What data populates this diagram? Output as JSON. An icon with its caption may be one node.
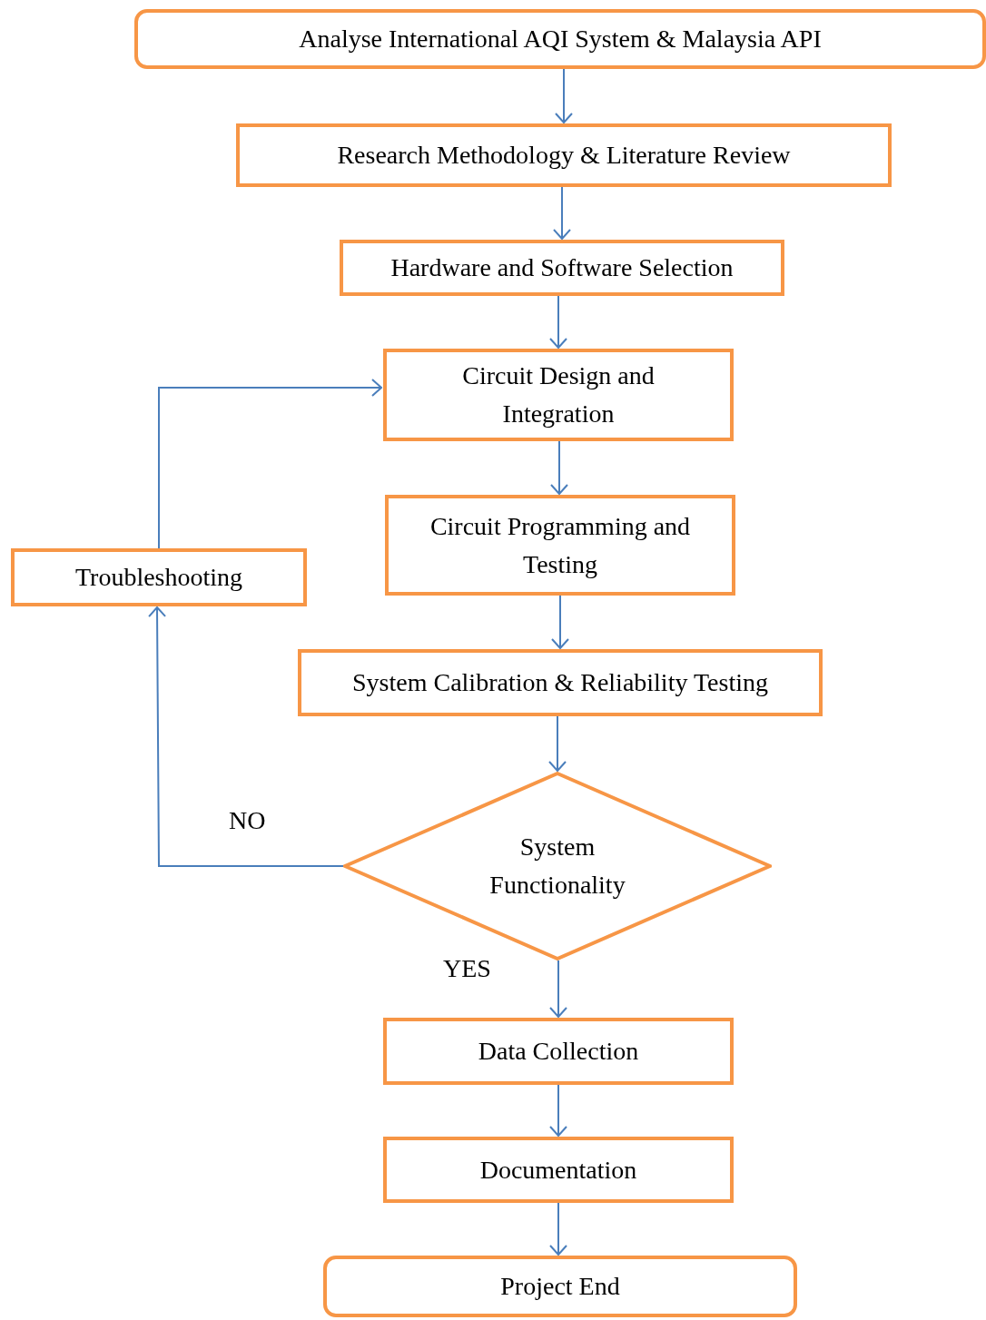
{
  "diagram": {
    "nodes": [
      {
        "text": [
          "Analyse International AQI System & Malaysia API"
        ]
      },
      {
        "text": [
          "Research Methodology & Literature Review"
        ]
      },
      {
        "text": [
          "Hardware and Software Selection"
        ]
      },
      {
        "text": [
          "Circuit Design and Integration"
        ]
      },
      {
        "text": [
          "Circuit Programming and Testing"
        ]
      },
      {
        "text": [
          "Troubleshooting"
        ]
      },
      {
        "text": [
          "System Calibration & Reliability Testing"
        ]
      },
      {
        "text": [
          "System Functionality"
        ]
      },
      {
        "text": [
          "Data Collection"
        ]
      },
      {
        "text": [
          "Documentation"
        ]
      },
      {
        "text": [
          "Project End"
        ]
      }
    ],
    "edges": [
      {
        "from": 0,
        "to": 1,
        "arrow": "to"
      },
      {
        "from": 1,
        "to": 2,
        "arrow": "to"
      },
      {
        "from": 2,
        "to": 3,
        "arrow": "to"
      },
      {
        "from": 3,
        "to": 4,
        "arrow": "to"
      },
      {
        "from": 4,
        "to": 6,
        "arrow": "to"
      },
      {
        "from": 6,
        "to": 7,
        "arrow": "to"
      },
      {
        "from": 7,
        "to": 5,
        "label": "NO",
        "arrow": "to"
      },
      {
        "from": 5,
        "to": 3,
        "arrow": "to"
      },
      {
        "from": 7,
        "to": 8,
        "label": "YES",
        "arrow": "to"
      },
      {
        "from": 8,
        "to": 9,
        "arrow": "to"
      },
      {
        "from": 9,
        "to": 10,
        "arrow": "to"
      }
    ]
  }
}
